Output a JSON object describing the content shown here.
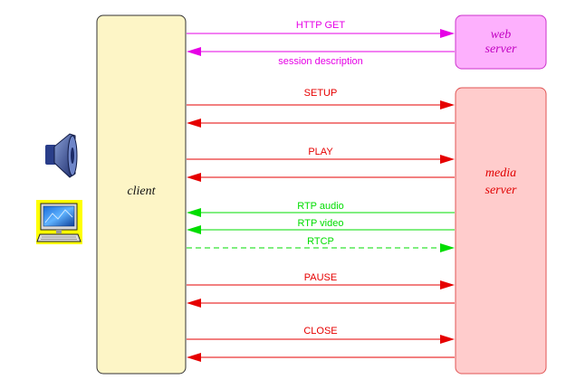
{
  "participants": {
    "client": {
      "label": "client",
      "fill": "#fdf5c6",
      "stroke": "#333333"
    },
    "web_server": {
      "label_line1": "web",
      "label_line2": "server",
      "fill": "#fdb0fd",
      "stroke": "#cc33cc",
      "text_color": "#c100c1"
    },
    "media_server": {
      "label_line1": "media",
      "label_line2": "server",
      "fill": "#ffcccc",
      "stroke": "#e05555",
      "text_color": "#e00000"
    }
  },
  "colors": {
    "http": "#e600e6",
    "rtsp": "#e60000",
    "rtp": "#00dd00"
  },
  "messages": {
    "http_get": {
      "label": "HTTP GET"
    },
    "session_description": {
      "label": "session description"
    },
    "setup": {
      "label": "SETUP"
    },
    "play": {
      "label": "PLAY"
    },
    "rtp_audio": {
      "label": "RTP audio"
    },
    "rtp_video": {
      "label": "RTP video"
    },
    "rtcp": {
      "label": "RTCP"
    },
    "pause": {
      "label": "PAUSE"
    },
    "close": {
      "label": "CLOSE"
    }
  },
  "icons": {
    "speaker": "speaker-icon",
    "computer": "computer-icon"
  }
}
